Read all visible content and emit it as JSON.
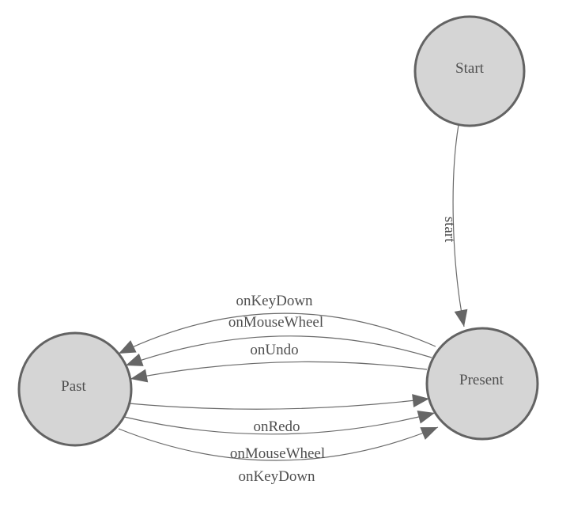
{
  "diagram": {
    "type": "state-machine",
    "colors": {
      "background": "#ffffff",
      "node_fill": "#d5d5d5",
      "node_stroke": "#636363",
      "edge_stroke": "#6a6a6a",
      "arrow_fill": "#666666",
      "label_color": "#4f4f4f"
    },
    "nodes": [
      {
        "id": "start",
        "label": "Start"
      },
      {
        "id": "present",
        "label": "Present"
      },
      {
        "id": "past",
        "label": "Past"
      }
    ],
    "edges": [
      {
        "from": "Start",
        "to": "Present",
        "label": "start"
      },
      {
        "from": "Present",
        "to": "Past",
        "label": "onKeyDown"
      },
      {
        "from": "Present",
        "to": "Past",
        "label": "onMouseWheel"
      },
      {
        "from": "Present",
        "to": "Past",
        "label": "onUndo"
      },
      {
        "from": "Past",
        "to": "Present",
        "label": "onRedo"
      },
      {
        "from": "Past",
        "to": "Present",
        "label": "onMouseWheel"
      },
      {
        "from": "Past",
        "to": "Present",
        "label": "onKeyDown"
      }
    ]
  }
}
